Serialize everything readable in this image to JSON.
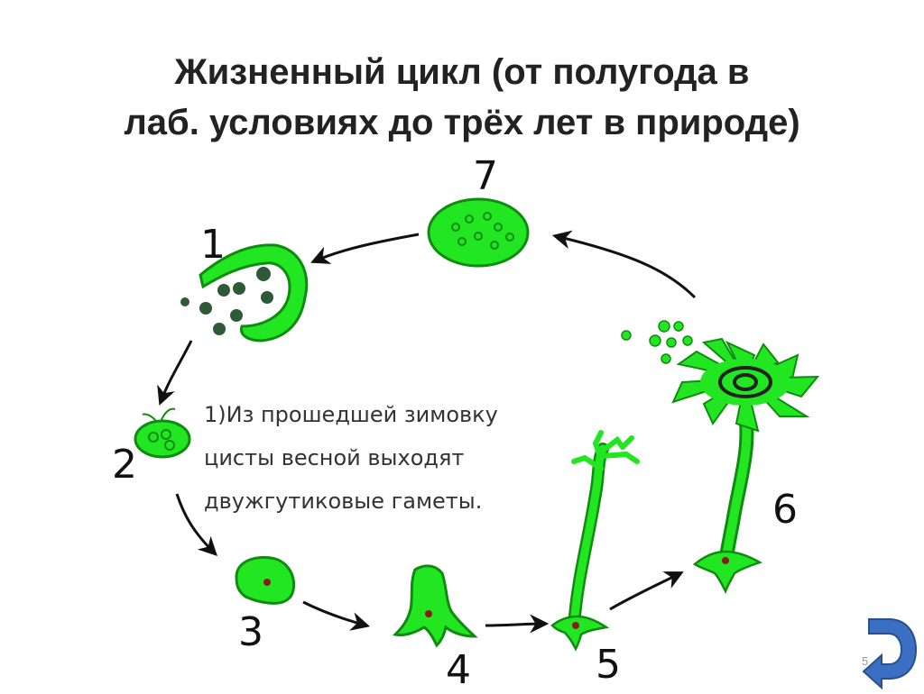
{
  "title": {
    "line1": "Жизненный цикл (от полугода в",
    "line2": "лаб. условиях до трёх лет в природе)"
  },
  "caption": {
    "line1": "1)Из прошедшей зимовку",
    "line2": "цисты весной выходят",
    "line3": "двужгутиковые гаметы."
  },
  "stages": [
    "1",
    "2",
    "3",
    "4",
    "5",
    "6",
    "7"
  ],
  "page_number": "5",
  "colors": {
    "green": "#22e622",
    "green_dark": "#0f8c0f",
    "spore_dark": "#2f5a38",
    "nucleus": "#8b1a1a",
    "arrow": "#111111",
    "nav_blue": "#3b6fc4"
  },
  "icons": {
    "nav": "return-arrow-icon"
  }
}
